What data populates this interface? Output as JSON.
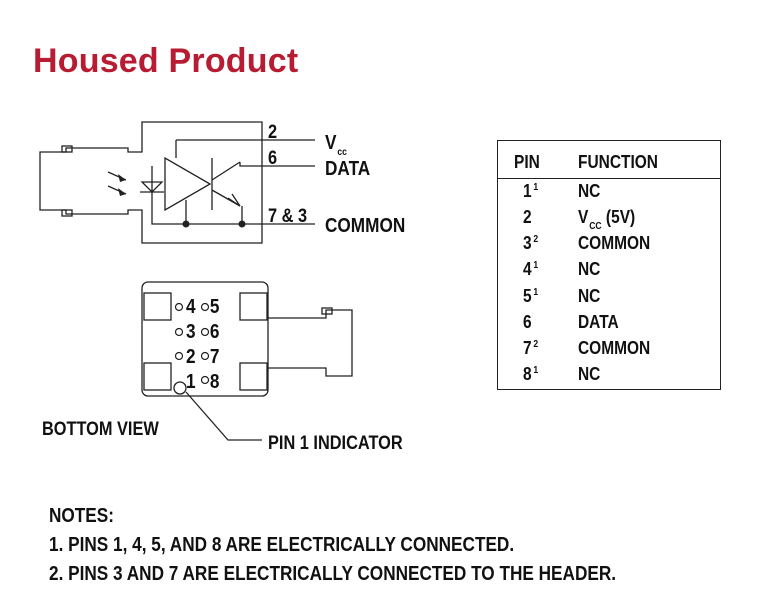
{
  "title": "Housed Product",
  "schematic": {
    "pin_2": "2",
    "pin_6": "6",
    "pin_7_3": "7 & 3",
    "vcc_main": "V",
    "vcc_sub": "cc",
    "data": "DATA",
    "common": "COMMON"
  },
  "bottom_view": {
    "rows": [
      {
        "left": "4",
        "right": "5"
      },
      {
        "left": "3",
        "right": "6"
      },
      {
        "left": "2",
        "right": "7"
      },
      {
        "left": "1",
        "right": "8"
      }
    ],
    "caption": "BOTTOM VIEW",
    "indicator_label": "PIN 1 INDICATOR"
  },
  "pin_table": {
    "header_pin": "PIN",
    "header_function": "FUNCTION",
    "rows": [
      {
        "pin": "1",
        "note": "1",
        "function": "NC"
      },
      {
        "pin": "2",
        "note": "",
        "function": "V",
        "function_sub": "CC",
        "function_suffix": " (5V)"
      },
      {
        "pin": "3",
        "note": "2",
        "function": "COMMON"
      },
      {
        "pin": "4",
        "note": "1",
        "function": "NC"
      },
      {
        "pin": "5",
        "note": "1",
        "function": "NC"
      },
      {
        "pin": "6",
        "note": "",
        "function": "DATA"
      },
      {
        "pin": "7",
        "note": "2",
        "function": "COMMON"
      },
      {
        "pin": "8",
        "note": "1",
        "function": "NC"
      }
    ]
  },
  "notes": {
    "heading": "NOTES:",
    "items": [
      "1. PINS 1, 4, 5, AND 8 ARE ELECTRICALLY CONNECTED.",
      "2. PINS 3 AND 7 ARE ELECTRICALLY CONNECTED TO THE HEADER."
    ]
  },
  "colors": {
    "title": "#b81c32",
    "line": "#222222",
    "text": "#111111"
  }
}
